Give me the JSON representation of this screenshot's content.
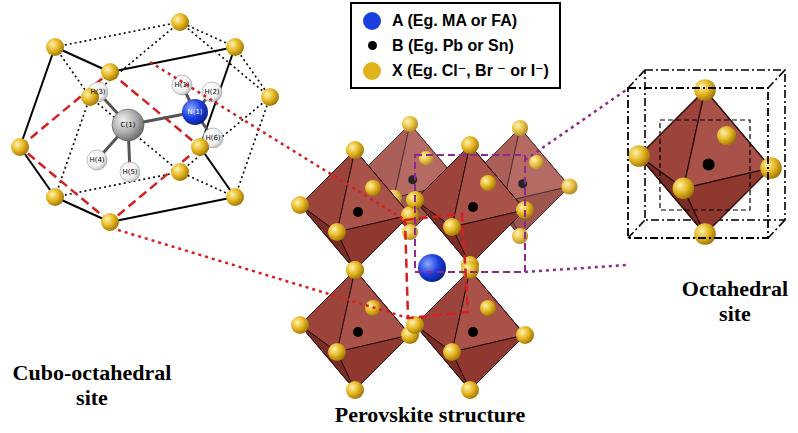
{
  "diagram": {
    "labels": [
      "H(3)",
      "H(1)",
      "H(2)",
      "C(1)",
      "N(1)",
      "H(4)",
      "H(5)",
      "H(6)",
      "Cubo-octahedral site",
      "Perovskite structure",
      "Octahedral site"
    ],
    "legend": [
      {
        "text": "A (Eg. MA or FA)",
        "color": "#1c3fe0"
      },
      {
        "text": "B (Eg. Pb or Sn)",
        "color": "#000000"
      },
      {
        "text": "X (Eg. Cl⁻, Br ⁻ or I⁻)",
        "color": "#e2b21c"
      }
    ]
  }
}
